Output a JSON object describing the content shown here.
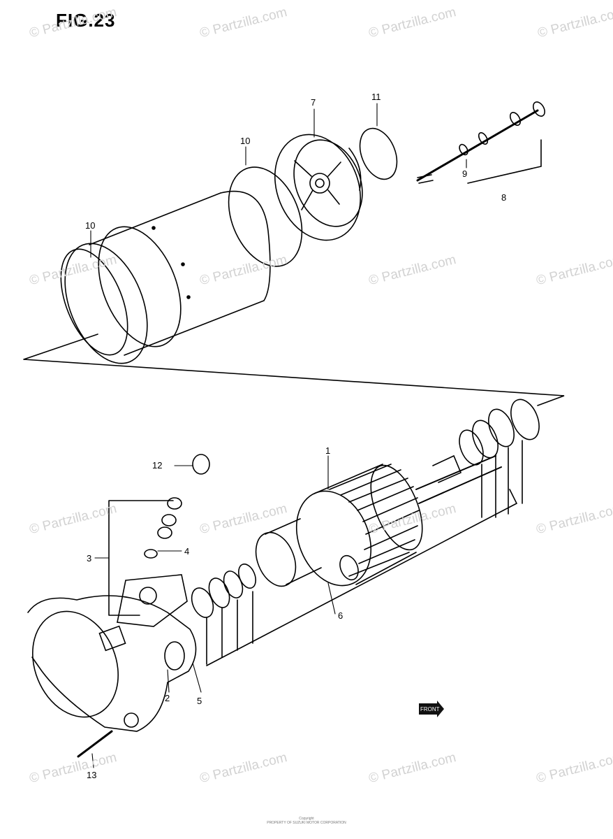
{
  "figure": {
    "title": "FIG.23"
  },
  "watermark": {
    "text": "© Partzilla.com",
    "color": "#d2d2d2"
  },
  "callouts": [
    {
      "id": "c7",
      "label": "7"
    },
    {
      "id": "c11",
      "label": "11"
    },
    {
      "id": "c10a",
      "label": "10"
    },
    {
      "id": "c10b",
      "label": "10"
    },
    {
      "id": "c9",
      "label": "9"
    },
    {
      "id": "c8",
      "label": "8"
    },
    {
      "id": "c1",
      "label": "1"
    },
    {
      "id": "c12",
      "label": "12"
    },
    {
      "id": "c3",
      "label": "3"
    },
    {
      "id": "c4",
      "label": "4"
    },
    {
      "id": "c6",
      "label": "6"
    },
    {
      "id": "c2",
      "label": "2"
    },
    {
      "id": "c5",
      "label": "5"
    },
    {
      "id": "c13",
      "label": "13"
    }
  ],
  "front_mark": {
    "text": "FRONT"
  },
  "copyright": {
    "line1": "Copyright",
    "line2": "PROPERTY OF SUZUKI MOTOR CORPORATION"
  }
}
